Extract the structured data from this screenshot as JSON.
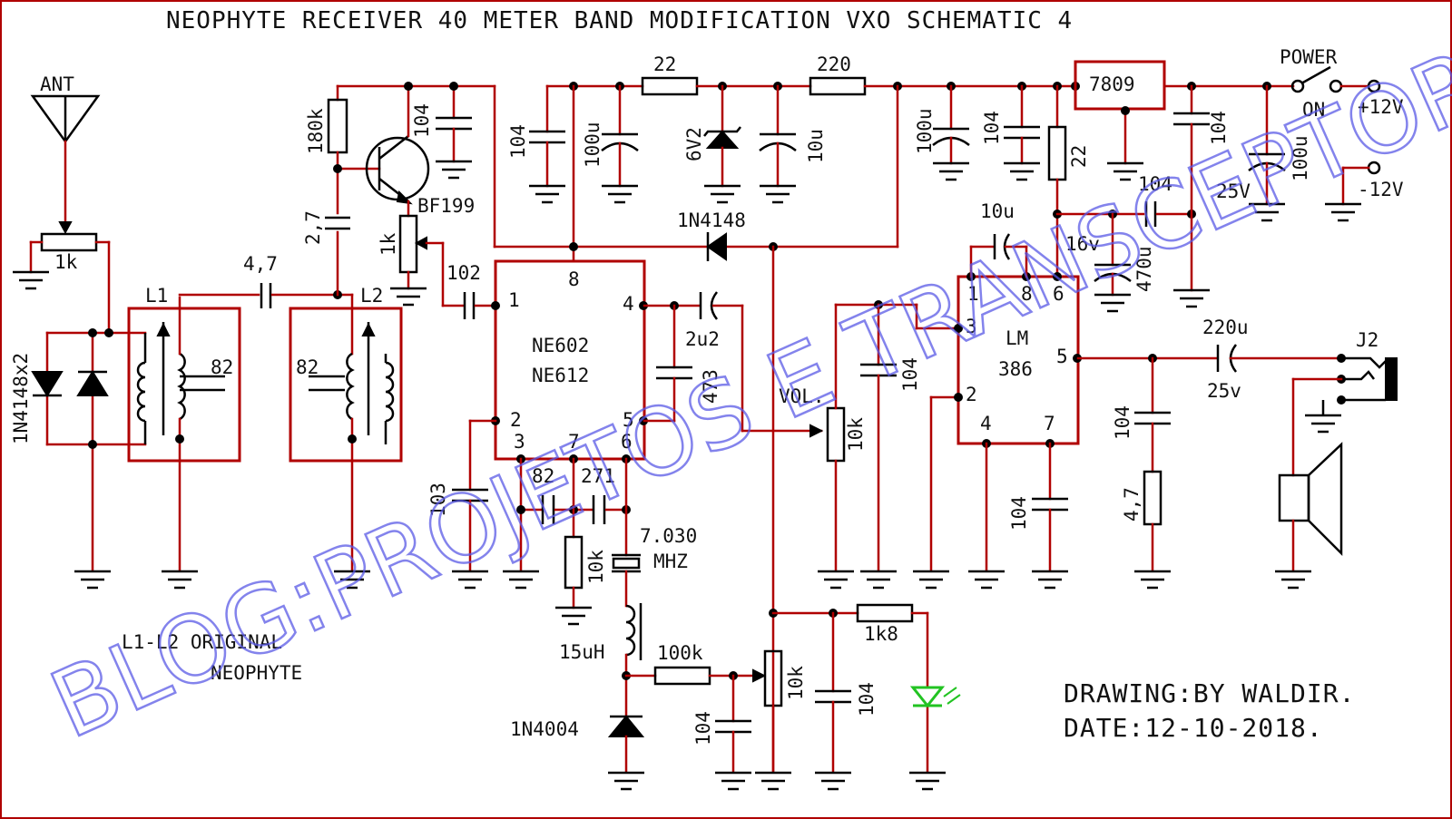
{
  "title": "NEOPHYTE RECEIVER 40 METER BAND MODIFICATION VXO SCHEMATIC 4",
  "watermark": "BLOG:PROJETOS E TRANSCEPTORES",
  "credits": {
    "drawing": "DRAWING:BY WALDIR.",
    "date": "DATE:12-10-2018."
  },
  "note": {
    "line1": "L1-L2 ORIGINAL",
    "line2": "NEOPHYTE"
  },
  "colors": {
    "wire": "#b00000",
    "component": "#000000",
    "led": "#22c322",
    "watermark": "#5a5ae6"
  },
  "labels": {
    "ant": "ANT",
    "pot_1k_ant": "1k",
    "diodes": "1N4148x2",
    "c47": "4,7",
    "l1": "L1",
    "l2": "L2",
    "c82_l1": "82",
    "c82_l2": "82",
    "r180k": "180k",
    "c27": "2,7",
    "bf199": "BF199",
    "pot_1k": "1k",
    "c104_q": "104",
    "c102": "102",
    "c104_a": "104",
    "c100u_a": "100u",
    "r22_top": "22",
    "z6v2": "6V2",
    "c10u_top": "10u",
    "r220": "220",
    "d1n4148": "1N4148",
    "c100u_b": "100u",
    "c104_b": "104",
    "r22_side": "22",
    "reg": "7809",
    "c104_reg": "104",
    "c100u_25": "100u",
    "v25": "25V",
    "power": "POWER",
    "on": "ON",
    "p12": "+12V",
    "m12": "-12V",
    "c10u_lm": "10u",
    "c104_lm": "104",
    "v16": "16v",
    "c470u": "470u",
    "ic_name1": "NE602",
    "ic_name2": "NE612",
    "pin8": "8",
    "pin1": "1",
    "pin4": "4",
    "pin2": "2",
    "pin3": "3",
    "pin7": "7",
    "pin6": "6",
    "pin5": "5",
    "c2u2": "2u2",
    "c473": "473",
    "c103": "103",
    "c82_x": "82",
    "c271": "271",
    "r10k_x": "10k",
    "xtal": "7.030",
    "mhz": "MHZ",
    "l15": "15uH",
    "r100k": "100k",
    "d1n4004": "1N4004",
    "c104_v": "104",
    "pot10k_v": "10k",
    "c104_d": "104",
    "r1k8": "1k8",
    "vol": "VOL.",
    "pot10k_vol": "10k",
    "c104_vol": "104",
    "lm1": "LM",
    "lm2": "386",
    "lp1": "1",
    "lp8": "8",
    "lp6": "6",
    "lp3": "3",
    "lp2": "2",
    "lp4": "4",
    "lp7": "7",
    "lp5": "5",
    "c104_p7": "104",
    "c220u": "220u",
    "v25b": "25v",
    "j2": "J2",
    "c104_z": "104",
    "r47": "4,7"
  }
}
